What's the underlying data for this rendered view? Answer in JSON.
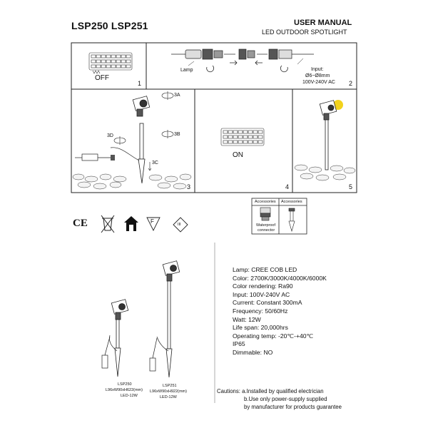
{
  "header": {
    "model": "LSP250 LSP251",
    "manual_title": "USER MANUAL",
    "subtitle": "LED OUTDOOR SPOTLIGHT"
  },
  "steps": {
    "s1": {
      "number": "1",
      "state_label": "OFF"
    },
    "s2": {
      "number": "2",
      "lamp_label": "Lamp",
      "input_label": "Input:",
      "diameter": "Ø6~Ø8mm",
      "voltage": "100V-240V AC"
    },
    "s3": {
      "number": "3",
      "callout_a": "3A",
      "callout_b": "3B",
      "callout_c": "3C",
      "callout_d": "3D"
    },
    "s4": {
      "number": "4",
      "state_label": "ON"
    },
    "s5": {
      "number": "5"
    }
  },
  "certs": [
    "CE",
    "weee",
    "indoor",
    "F",
    "III"
  ],
  "accessories": {
    "header1": "Accessories",
    "header2": "Accessories",
    "item1_line1": "Waterproof",
    "item1_line2": "connector"
  },
  "products": [
    {
      "model": "LSP250",
      "dims": "L96xW90xH622(mm)",
      "power": "LED-12W"
    },
    {
      "model": "LSP251",
      "dims": "L96xW90xH922(mm)",
      "power": "LED-12W"
    }
  ],
  "specs": [
    "Lamp: CREE COB LED",
    "Color: 2700K/3000K/4000K/6000K",
    "Color rendering: Ra90",
    "Input: 100V-240V AC",
    "Current: Constant 300mA",
    "Frequency: 50/60Hz",
    "Watt: 12W",
    "Life span: 20,000hrs",
    "Operating temp: -20℃-+40℃",
    "IP65",
    "Dimmable: NO"
  ],
  "cautions": {
    "a": "Cautions: a.Installed by qualified electrician",
    "b": "b.Use only power-supply supplied",
    "c": "by manufacturer for products guarantee"
  },
  "colors": {
    "lamp_glow": "#f2d21c"
  }
}
